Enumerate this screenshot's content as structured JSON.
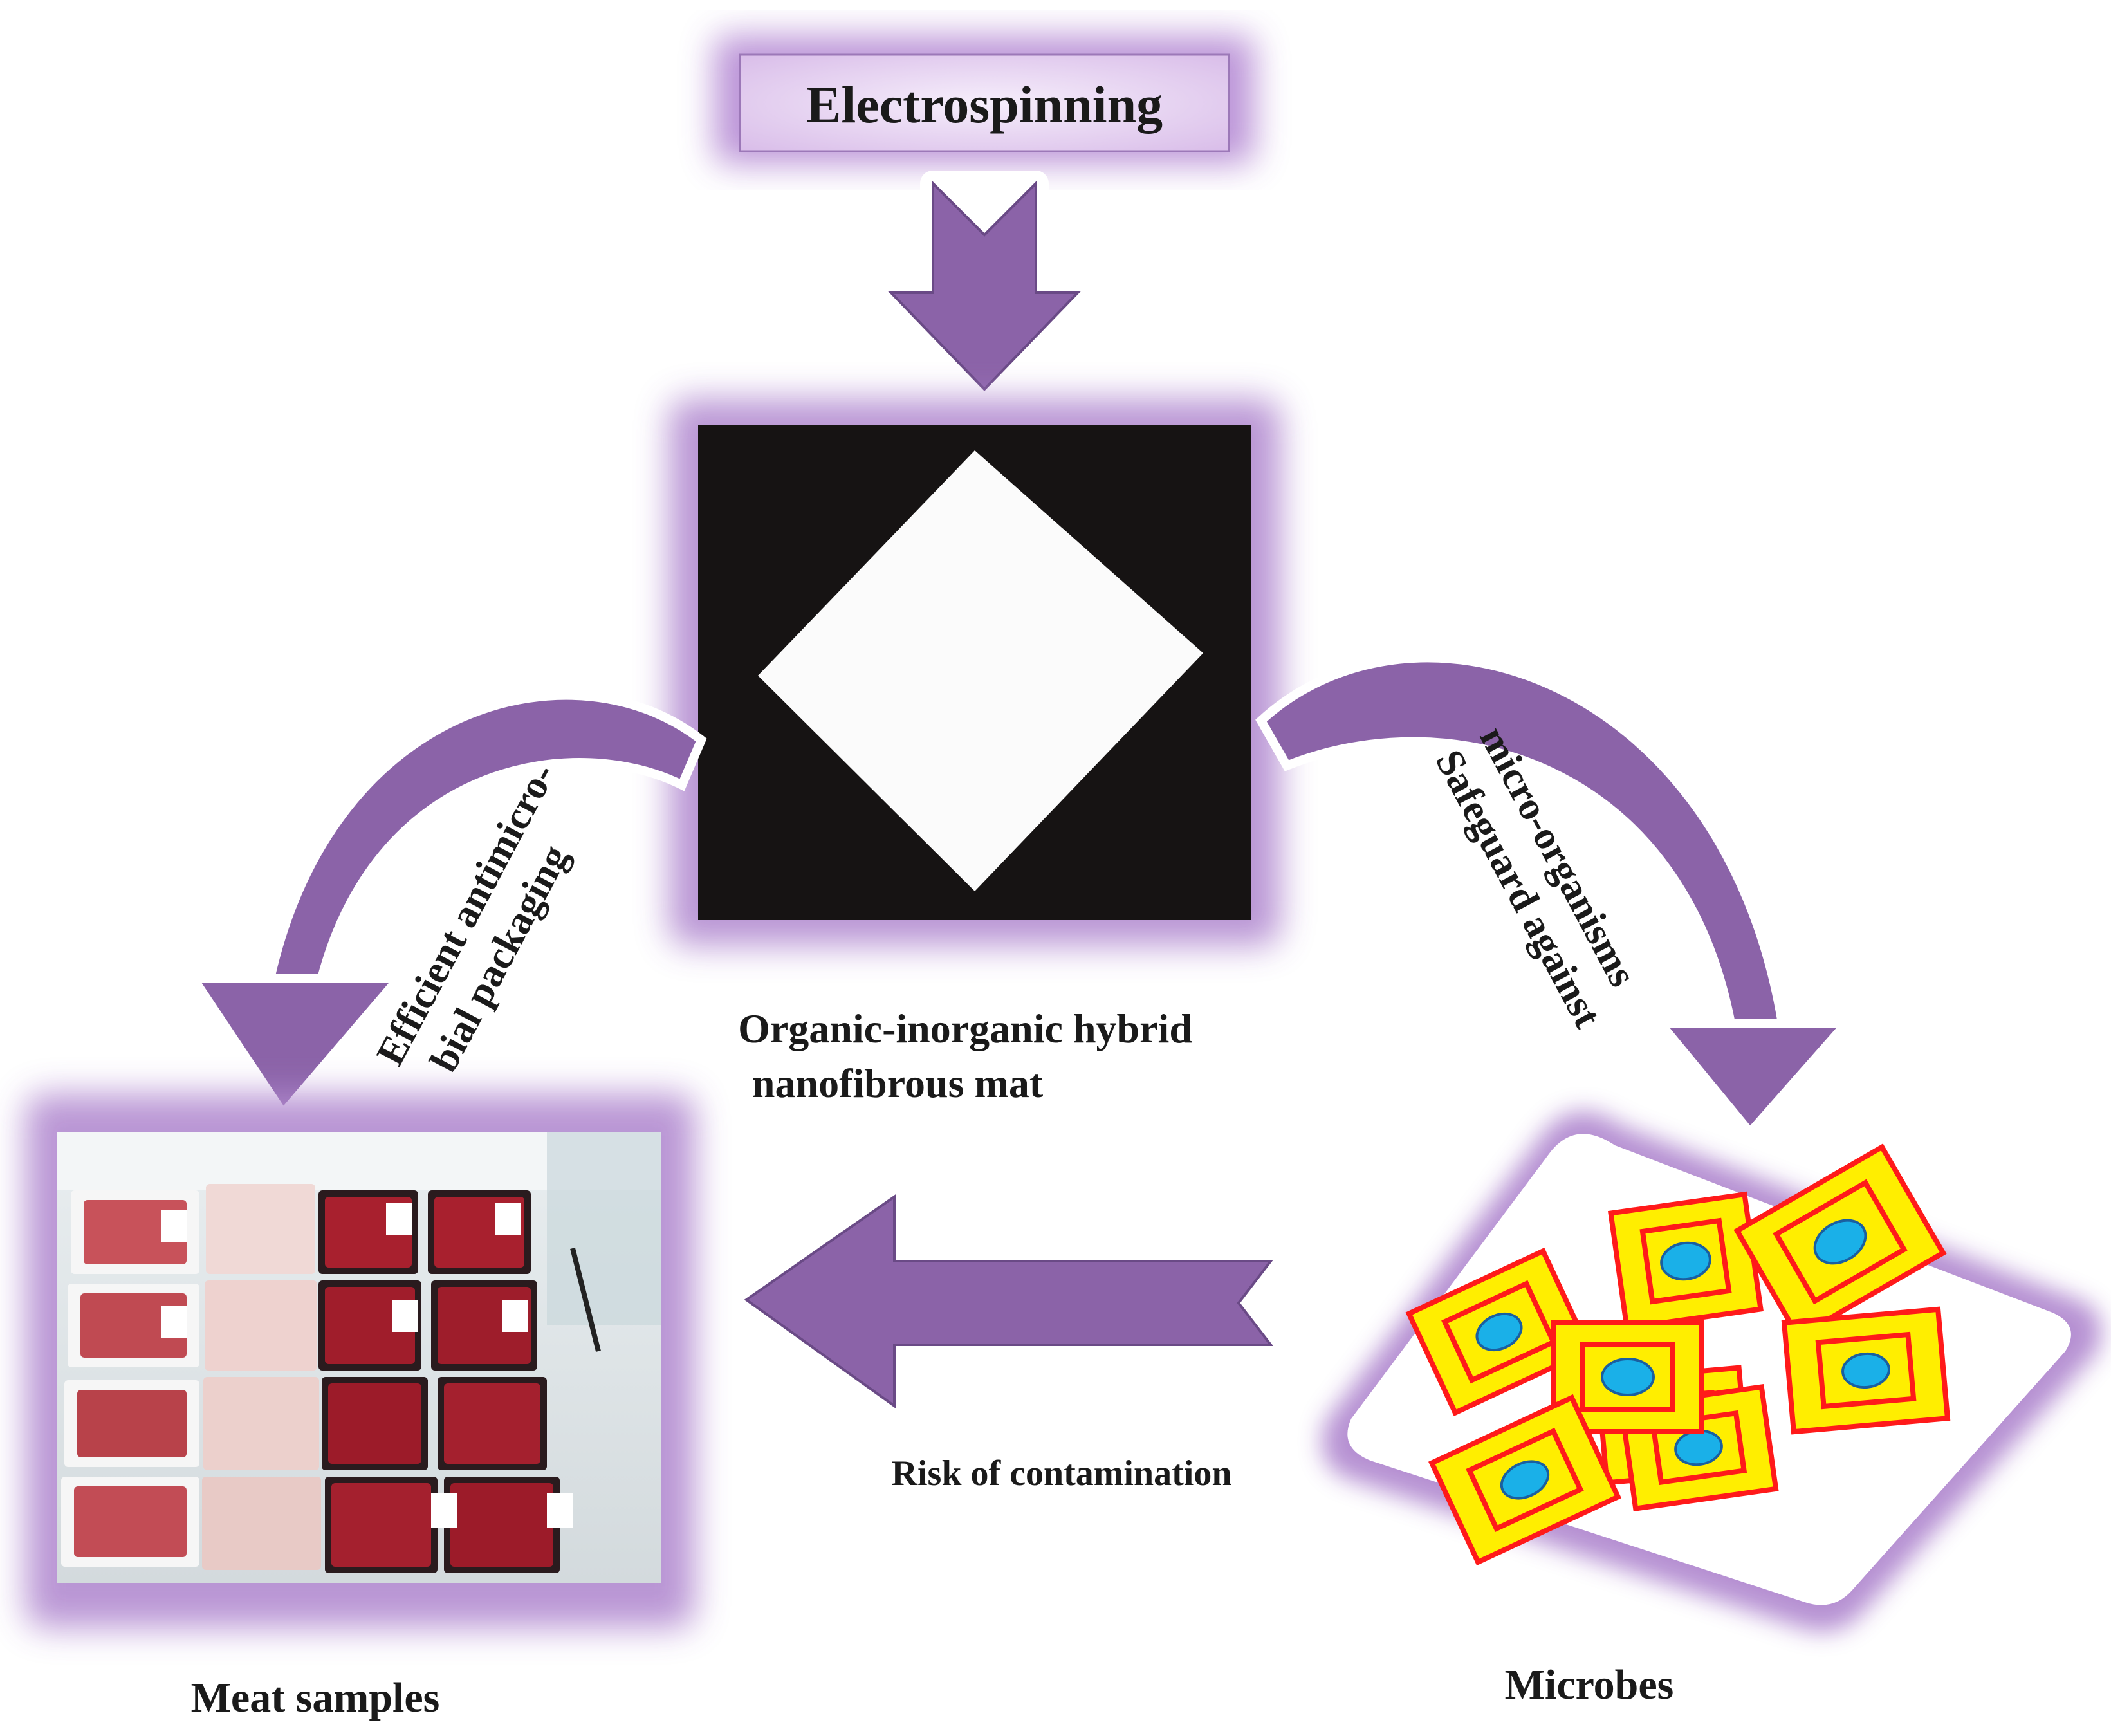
{
  "top_box": {
    "label": "Electrospinning"
  },
  "center": {
    "caption_line1": "Organic-inorganic hybrid",
    "caption_line2": "nanofibrous mat"
  },
  "left_arrow": {
    "line1": "Efficient antimicro-",
    "line2": "bial packaging"
  },
  "right_arrow": {
    "line1": "Safeguard against",
    "line2": "micro-organisms"
  },
  "bottom_arrow": {
    "label": "Risk of contamination"
  },
  "meat_panel": {
    "caption": "Meat samples"
  },
  "microbes_panel": {
    "caption": "Microbes"
  },
  "colors": {
    "arrow_purple": "#8b63a8",
    "arrow_outline": "#6a4a86",
    "glow": "#b28bd0",
    "box_fill": "#ead9f4",
    "microbe_outer": "#ff1a1a",
    "microbe_fill": "#ffee00",
    "microbe_nucleus": "#1ab0e8"
  }
}
